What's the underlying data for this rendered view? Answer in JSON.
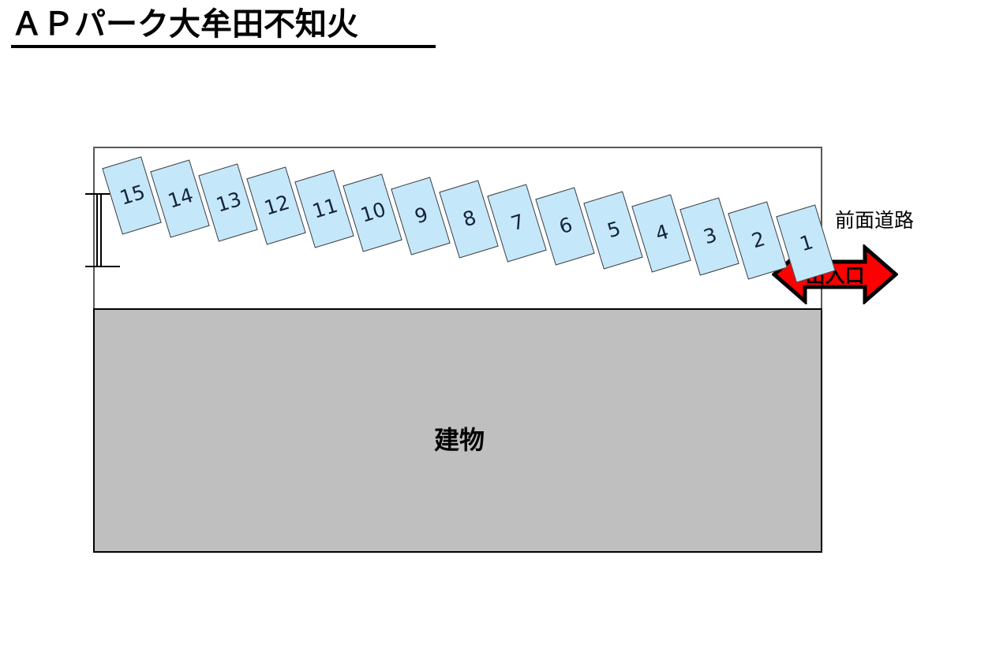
{
  "title": "ＡＰパーク大牟田不知火",
  "lot": {
    "building_label": "建物",
    "road_label": "前面道路",
    "entrance_label": "出入口",
    "stall_numbers": [
      "15",
      "14",
      "13",
      "12",
      "11",
      "10",
      "9",
      "8",
      "7",
      "6",
      "5",
      "4",
      "3",
      "2",
      "1"
    ]
  },
  "colors": {
    "stall_fill": "#C5E7FA",
    "stall_stroke": "#3F3F3F",
    "building_fill": "#BFBFBF",
    "building_stroke": "#000000",
    "boundary_stroke": "#595959",
    "arrow_fill": "#FF0000",
    "arrow_stroke": "#000000",
    "text": "#000000"
  }
}
